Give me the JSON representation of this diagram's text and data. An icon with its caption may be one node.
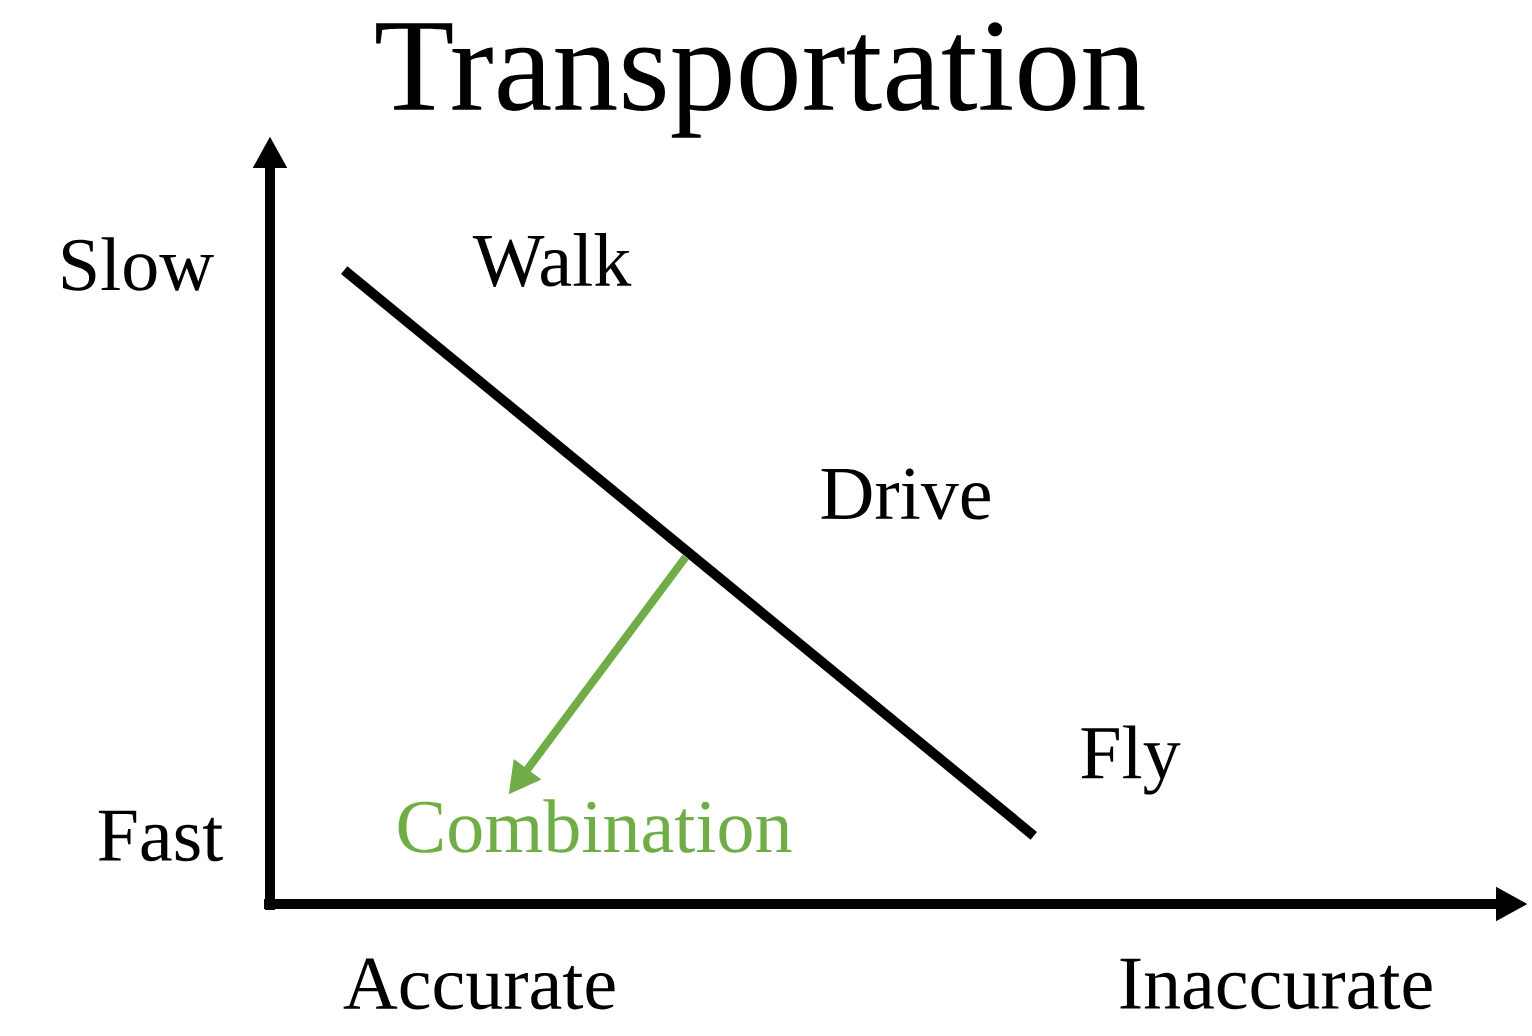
{
  "diagram": {
    "title": "Transportation",
    "nodes": [
      {
        "text": [],
        "shape": "line"
      },
      {
        "text": [
          "Combination"
        ]
      }
    ],
    "edges": [
      {
        "from": 0,
        "to": 1,
        "arrow": "to",
        "color": "#70ad47"
      }
    ],
    "labels": [
      "Slow",
      "Walk",
      "Drive",
      "Fly",
      "Fast",
      "Accurate",
      "Inaccurate"
    ]
  }
}
